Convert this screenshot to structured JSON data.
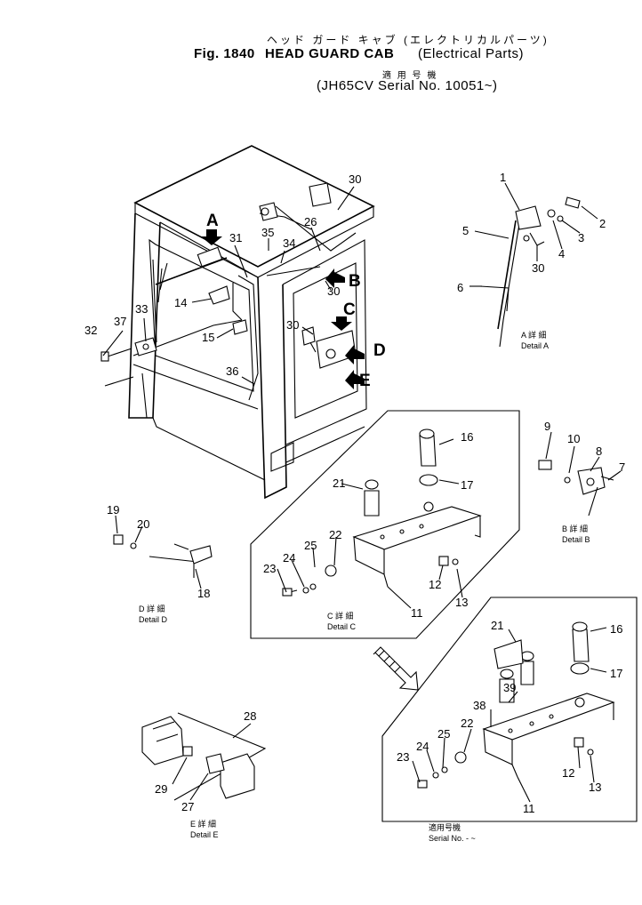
{
  "header": {
    "line1_jp": "ヘッド ガード キャブ (エレクトリカルパーツ)",
    "fig_label": "Fig. 1840",
    "title": "HEAD GUARD CAB",
    "subtitle": "(Electrical Parts)",
    "applicable_jp": "適 用 号 機",
    "model_serial": "(JH65CV Serial No. 10051~)"
  },
  "detail_letters": [
    "A",
    "B",
    "C",
    "D",
    "E"
  ],
  "details": {
    "a": {
      "jp": "A 詳 細",
      "en": "Detail A"
    },
    "b": {
      "jp": "B 詳 細",
      "en": "Detail B"
    },
    "c": {
      "jp": "C 詳 細",
      "en": "Detail C"
    },
    "d": {
      "jp": "D 詳 細",
      "en": "Detail D"
    },
    "e": {
      "jp": "E 詳 細",
      "en": "Detail E"
    },
    "serial_jp": "適用号機",
    "serial_en": "Serial No. - ~"
  },
  "callouts": {
    "main": [
      "30",
      "26",
      "35",
      "34",
      "31",
      "14",
      "15",
      "30",
      "30",
      "36",
      "32",
      "37",
      "33"
    ],
    "detail_a": [
      "1",
      "2",
      "3",
      "4",
      "5",
      "30",
      "6"
    ],
    "detail_b": [
      "9",
      "10",
      "8",
      "7"
    ],
    "detail_c": [
      "16",
      "17",
      "21",
      "22",
      "25",
      "24",
      "23",
      "12",
      "13",
      "11"
    ],
    "detail_d": [
      "19",
      "20",
      "18"
    ],
    "detail_e": [
      "28",
      "29",
      "27"
    ],
    "detail_serial": [
      "21",
      "16",
      "17",
      "39",
      "38",
      "22",
      "25",
      "24",
      "23",
      "12",
      "13",
      "11"
    ]
  }
}
